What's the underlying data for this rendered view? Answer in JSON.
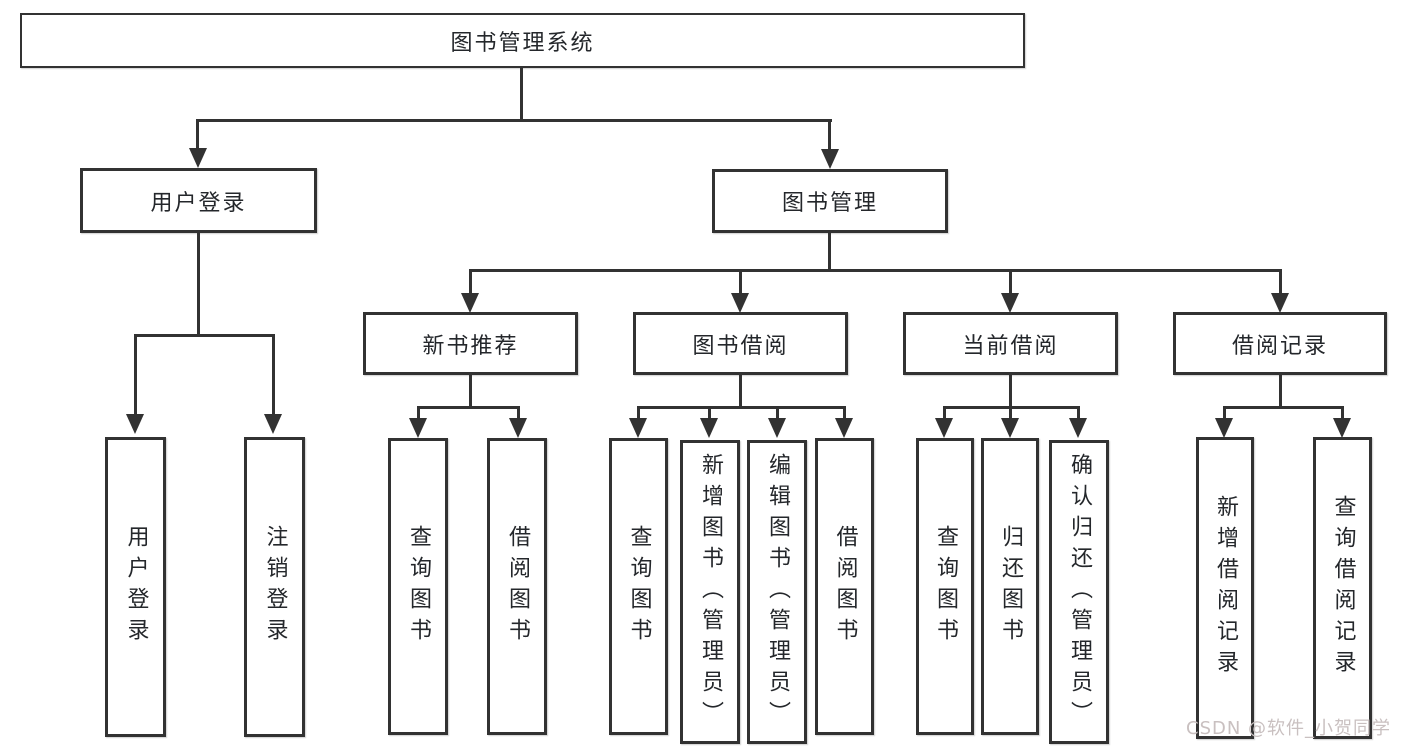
{
  "diagram": {
    "title": "图书管理系统",
    "watermark": "CSDN @软件_小贺同学",
    "colors": {
      "background": "#ffffff",
      "line": "#323232",
      "box_border": "#323232",
      "text": "#24272b",
      "watermark_text": "#c9c0c0"
    },
    "nodes": {
      "root": "图书管理系统",
      "level2": [
        "用户登录",
        "图书管理"
      ],
      "level3": [
        "新书推荐",
        "图书借阅",
        "当前借阅",
        "借阅记录"
      ],
      "login_children": [
        "用户登录",
        "注销登录"
      ],
      "newbook_children": [
        "查询图书",
        "借阅图书"
      ],
      "borrow_children": [
        "查询图书",
        "新增图书（管理员）",
        "编辑图书（管理员）",
        "借阅图书"
      ],
      "current_children": [
        "查询图书",
        "归还图书",
        "确认归还（管理员）"
      ],
      "records_children": [
        "新增借阅记录",
        "查询借阅记录"
      ]
    }
  }
}
